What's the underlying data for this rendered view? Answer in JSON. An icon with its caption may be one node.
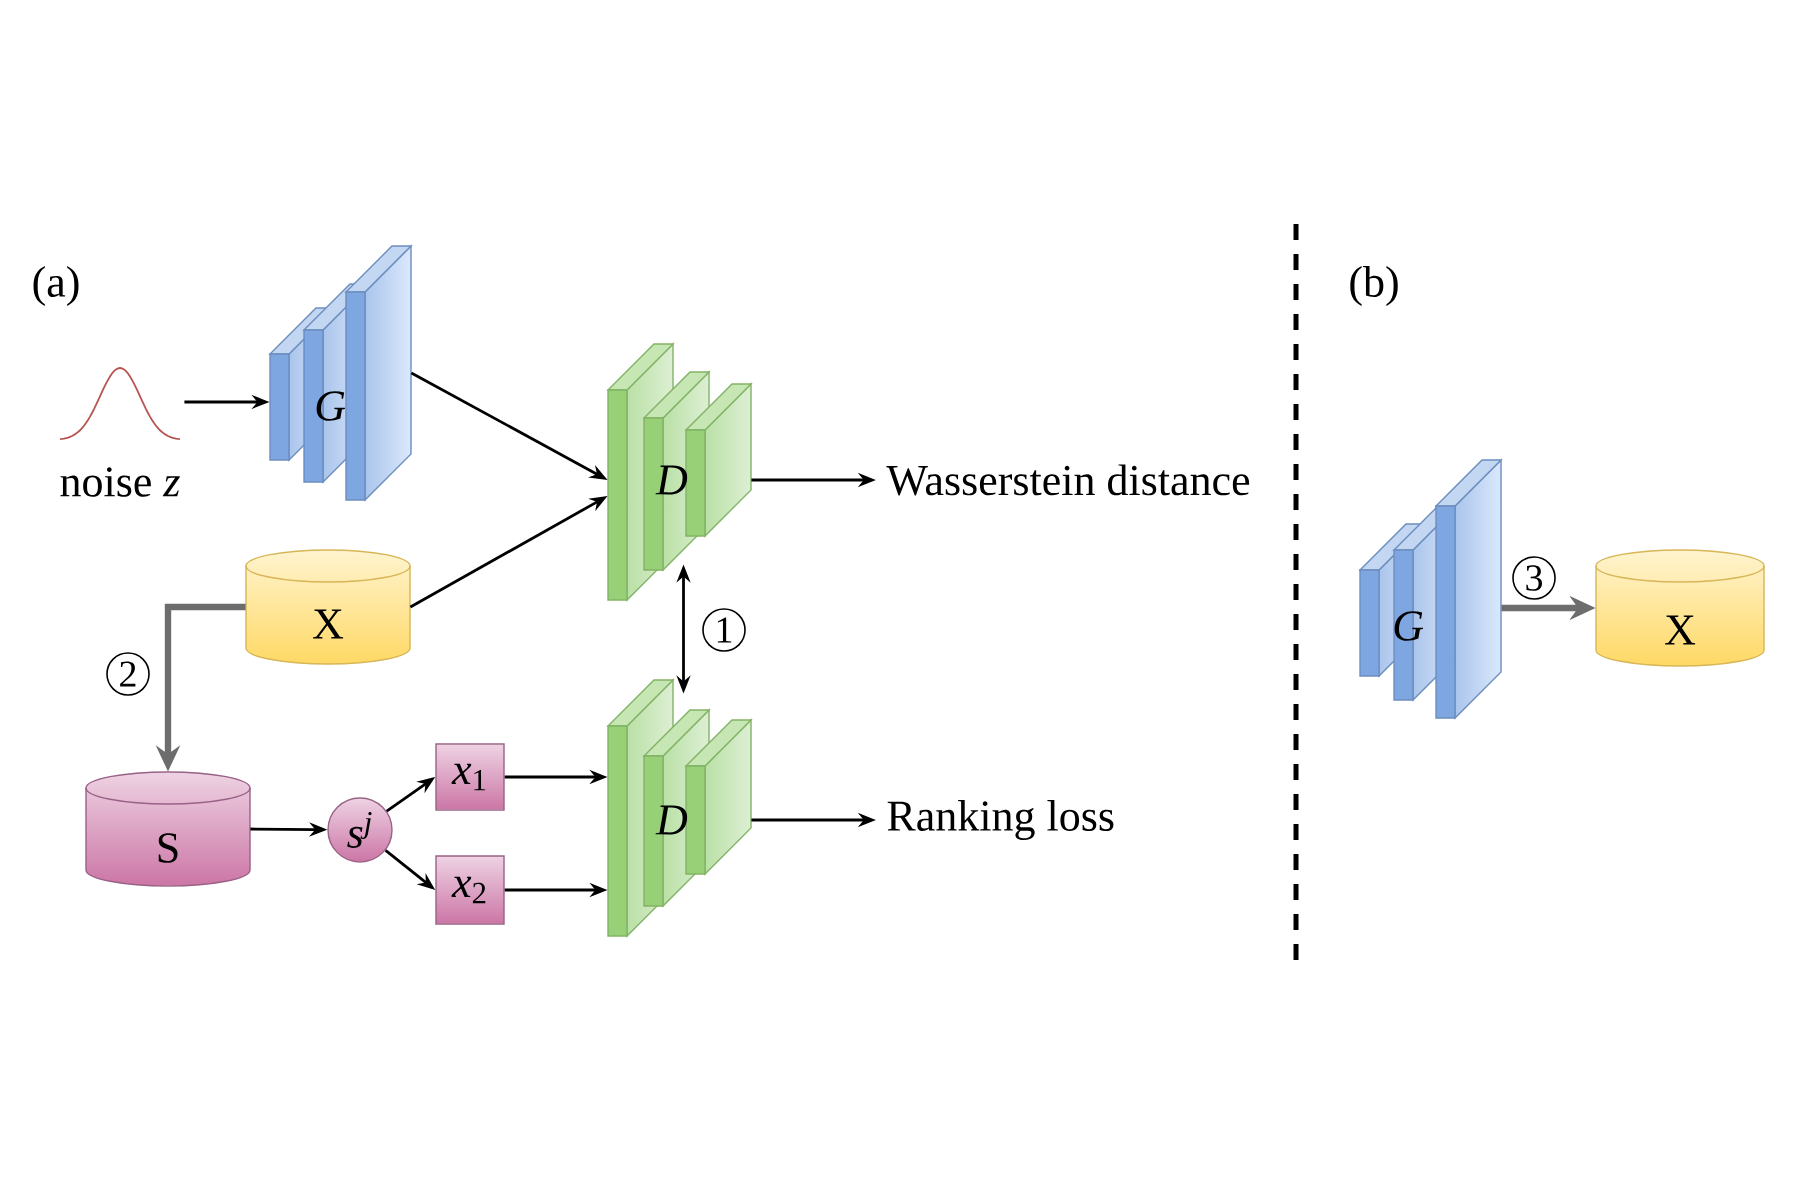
{
  "diagram": {
    "nodes": [
      {
        "text": [],
        "shape": "picture",
        "beside": [
          "noise *z*"
        ]
      },
      {
        "text": [
          "G"
        ]
      },
      {
        "text": [
          "D"
        ]
      },
      {
        "text": [
          "X"
        ]
      },
      {
        "text": [
          "Wasserstein distance"
        ]
      },
      {
        "text": [
          "D"
        ]
      },
      {
        "text": [
          "S"
        ]
      },
      {
        "text": [
          "s$^{j}$"
        ]
      },
      {
        "text": [
          "*x*$_{1}$"
        ]
      },
      {
        "text": [
          "*x*$_{2}$"
        ]
      },
      {
        "text": [
          "Ranking loss"
        ]
      },
      {
        "text": [
          "G"
        ]
      },
      {
        "text": [
          "X"
        ]
      }
    ],
    "edges": [
      {
        "from": 0,
        "to": 1,
        "arrow": "to"
      },
      {
        "from": 1,
        "to": 2,
        "arrow": "to"
      },
      {
        "from": 3,
        "to": 2,
        "arrow": "to"
      },
      {
        "from": 2,
        "to": 4,
        "arrow": "to"
      },
      {
        "from": 2,
        "to": 5,
        "arrow": "both",
        "label": "1"
      },
      {
        "from": 3,
        "to": 6,
        "arrow": "to",
        "label": "2",
        "style": "thick",
        "color": "#6d6d6d"
      },
      {
        "from": 6,
        "to": 7,
        "arrow": "to"
      },
      {
        "from": 7,
        "to": 8,
        "arrow": "to"
      },
      {
        "from": 7,
        "to": 9,
        "arrow": "to"
      },
      {
        "from": 8,
        "to": 5,
        "arrow": "to"
      },
      {
        "from": 9,
        "to": 5,
        "arrow": "to"
      },
      {
        "from": 5,
        "to": 10,
        "arrow": "to"
      },
      {
        "from": 11,
        "to": 12,
        "arrow": "to",
        "label": "3",
        "style": "thick",
        "color": "#6d6d6d"
      }
    ],
    "labels": [
      "(a)",
      "(b)"
    ]
  }
}
